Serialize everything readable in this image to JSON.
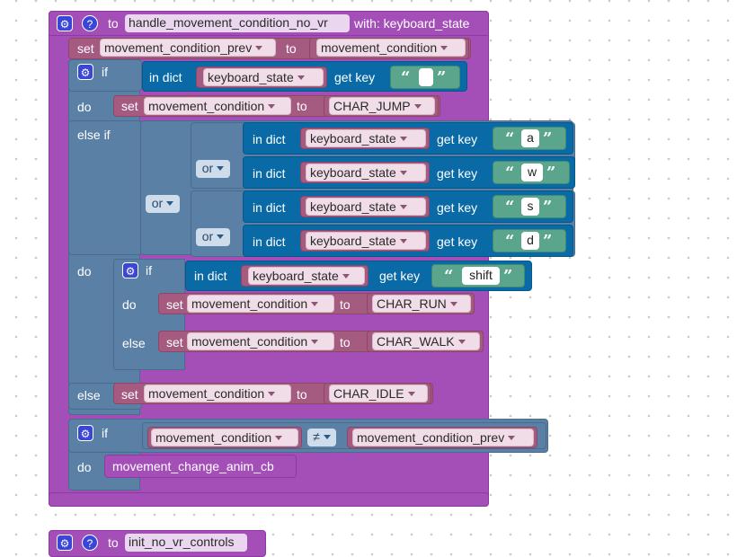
{
  "procedure_main": {
    "to_label": "to",
    "name": "handle_movement_condition_no_vr",
    "with_label": "with: keyboard_state",
    "set1": {
      "set": "set",
      "var": "movement_condition_prev",
      "to": "to",
      "value": "movement_condition"
    },
    "if1": {
      "if": "if",
      "in_dict": "in dict",
      "dict_var": "keyboard_state",
      "get_key": "get key",
      "key": " ",
      "do": "do",
      "set": {
        "set": "set",
        "var": "movement_condition",
        "to": "to",
        "value": "CHAR_JUMP"
      },
      "else_if": "else if",
      "or_outer": "or",
      "or_top": "or",
      "or_bottom": "or",
      "keys": [
        "a",
        "w",
        "s",
        "d"
      ],
      "do2": "do",
      "inner_if": {
        "if": "if",
        "key": "shift",
        "do": "do",
        "set_run": {
          "set": "set",
          "var": "movement_condition",
          "to": "to",
          "value": "CHAR_RUN"
        },
        "else": "else",
        "set_walk": {
          "set": "set",
          "var": "movement_condition",
          "to": "to",
          "value": "CHAR_WALK"
        }
      },
      "else": "else",
      "set_idle": {
        "set": "set",
        "var": "movement_condition",
        "to": "to",
        "value": "CHAR_IDLE"
      }
    },
    "if2": {
      "if": "if",
      "left": "movement_condition",
      "op": "≠",
      "right": "movement_condition_prev",
      "do": "do",
      "call": "movement_change_anim_cb"
    }
  },
  "procedure_second": {
    "to_label": "to",
    "name": "init_no_vr_controls"
  },
  "icons": {
    "gear": "gear-icon",
    "help": "help-icon",
    "gear_glyph": "⚙",
    "help_glyph": "?",
    "quote_open": "“",
    "quote_close": "”"
  },
  "colors": {
    "procedure": "#a44fb8",
    "control": "#5b80a5",
    "variable": "#a55b80",
    "dict": "#0a6aa6",
    "string": "#5ba58c"
  }
}
